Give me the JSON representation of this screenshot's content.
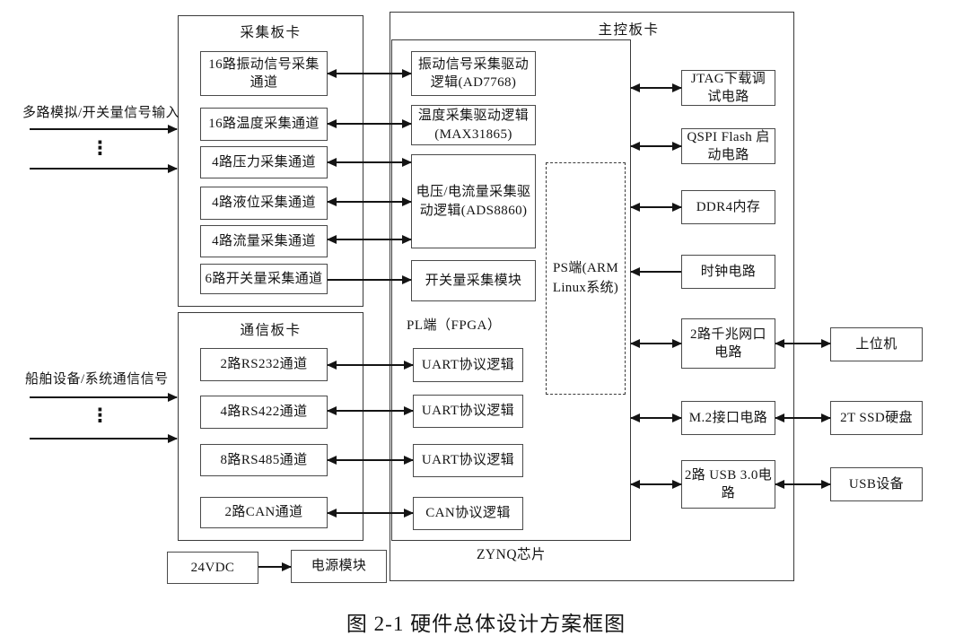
{
  "figure": {
    "caption": "图 2-1 硬件总体设计方案框图"
  },
  "inputs": {
    "analog": {
      "label": "多路模拟/开关量信号输入",
      "ellipsis": "⋮"
    },
    "comm": {
      "label": "船舶设备/系统通信信号",
      "ellipsis": "⋮"
    }
  },
  "acquisition_board": {
    "title": "采集板卡",
    "channels": [
      {
        "label": "16路振动信号采集通道"
      },
      {
        "label": "16路温度采集通道"
      },
      {
        "label": "4路压力采集通道"
      },
      {
        "label": "4路液位采集通道"
      },
      {
        "label": "4路流量采集通道"
      },
      {
        "label": "6路开关量采集通道"
      }
    ]
  },
  "comm_board": {
    "title": "通信板卡",
    "channels": [
      {
        "label": "2路RS232通道"
      },
      {
        "label": "4路RS422通道"
      },
      {
        "label": "8路RS485通道"
      },
      {
        "label": "2路CAN通道"
      }
    ]
  },
  "main_board": {
    "title": "主控板卡",
    "zynq_chip_label": "ZYNQ芯片",
    "pl_label": "PL端（FPGA）",
    "ps_label": "PS端(ARM Linux系统)",
    "drivers": [
      {
        "label": "振动信号采集驱动逻辑(AD7768)"
      },
      {
        "label": "温度采集驱动逻辑(MAX31865)"
      },
      {
        "label": "电压/电流量采集驱动逻辑(ADS8860)"
      },
      {
        "label": "开关量采集模块"
      }
    ],
    "protocols": [
      {
        "label": "UART协议逻辑"
      },
      {
        "label": "UART协议逻辑"
      },
      {
        "label": "UART协议逻辑"
      },
      {
        "label": "CAN协议逻辑"
      }
    ],
    "circuits": [
      {
        "label": "JTAG下载调试电路"
      },
      {
        "label": "QSPI Flash 启动电路"
      },
      {
        "label": "DDR4内存"
      },
      {
        "label": "时钟电路"
      },
      {
        "label": "2路千兆网口电路"
      },
      {
        "label": "M.2接口电路"
      },
      {
        "label": "2路 USB 3.0电路"
      }
    ]
  },
  "peripherals": [
    {
      "label": "上位机"
    },
    {
      "label": "2T SSD硬盘"
    },
    {
      "label": "USB设备"
    }
  ],
  "power": {
    "source_label": "24VDC",
    "module_label": "电源模块"
  }
}
